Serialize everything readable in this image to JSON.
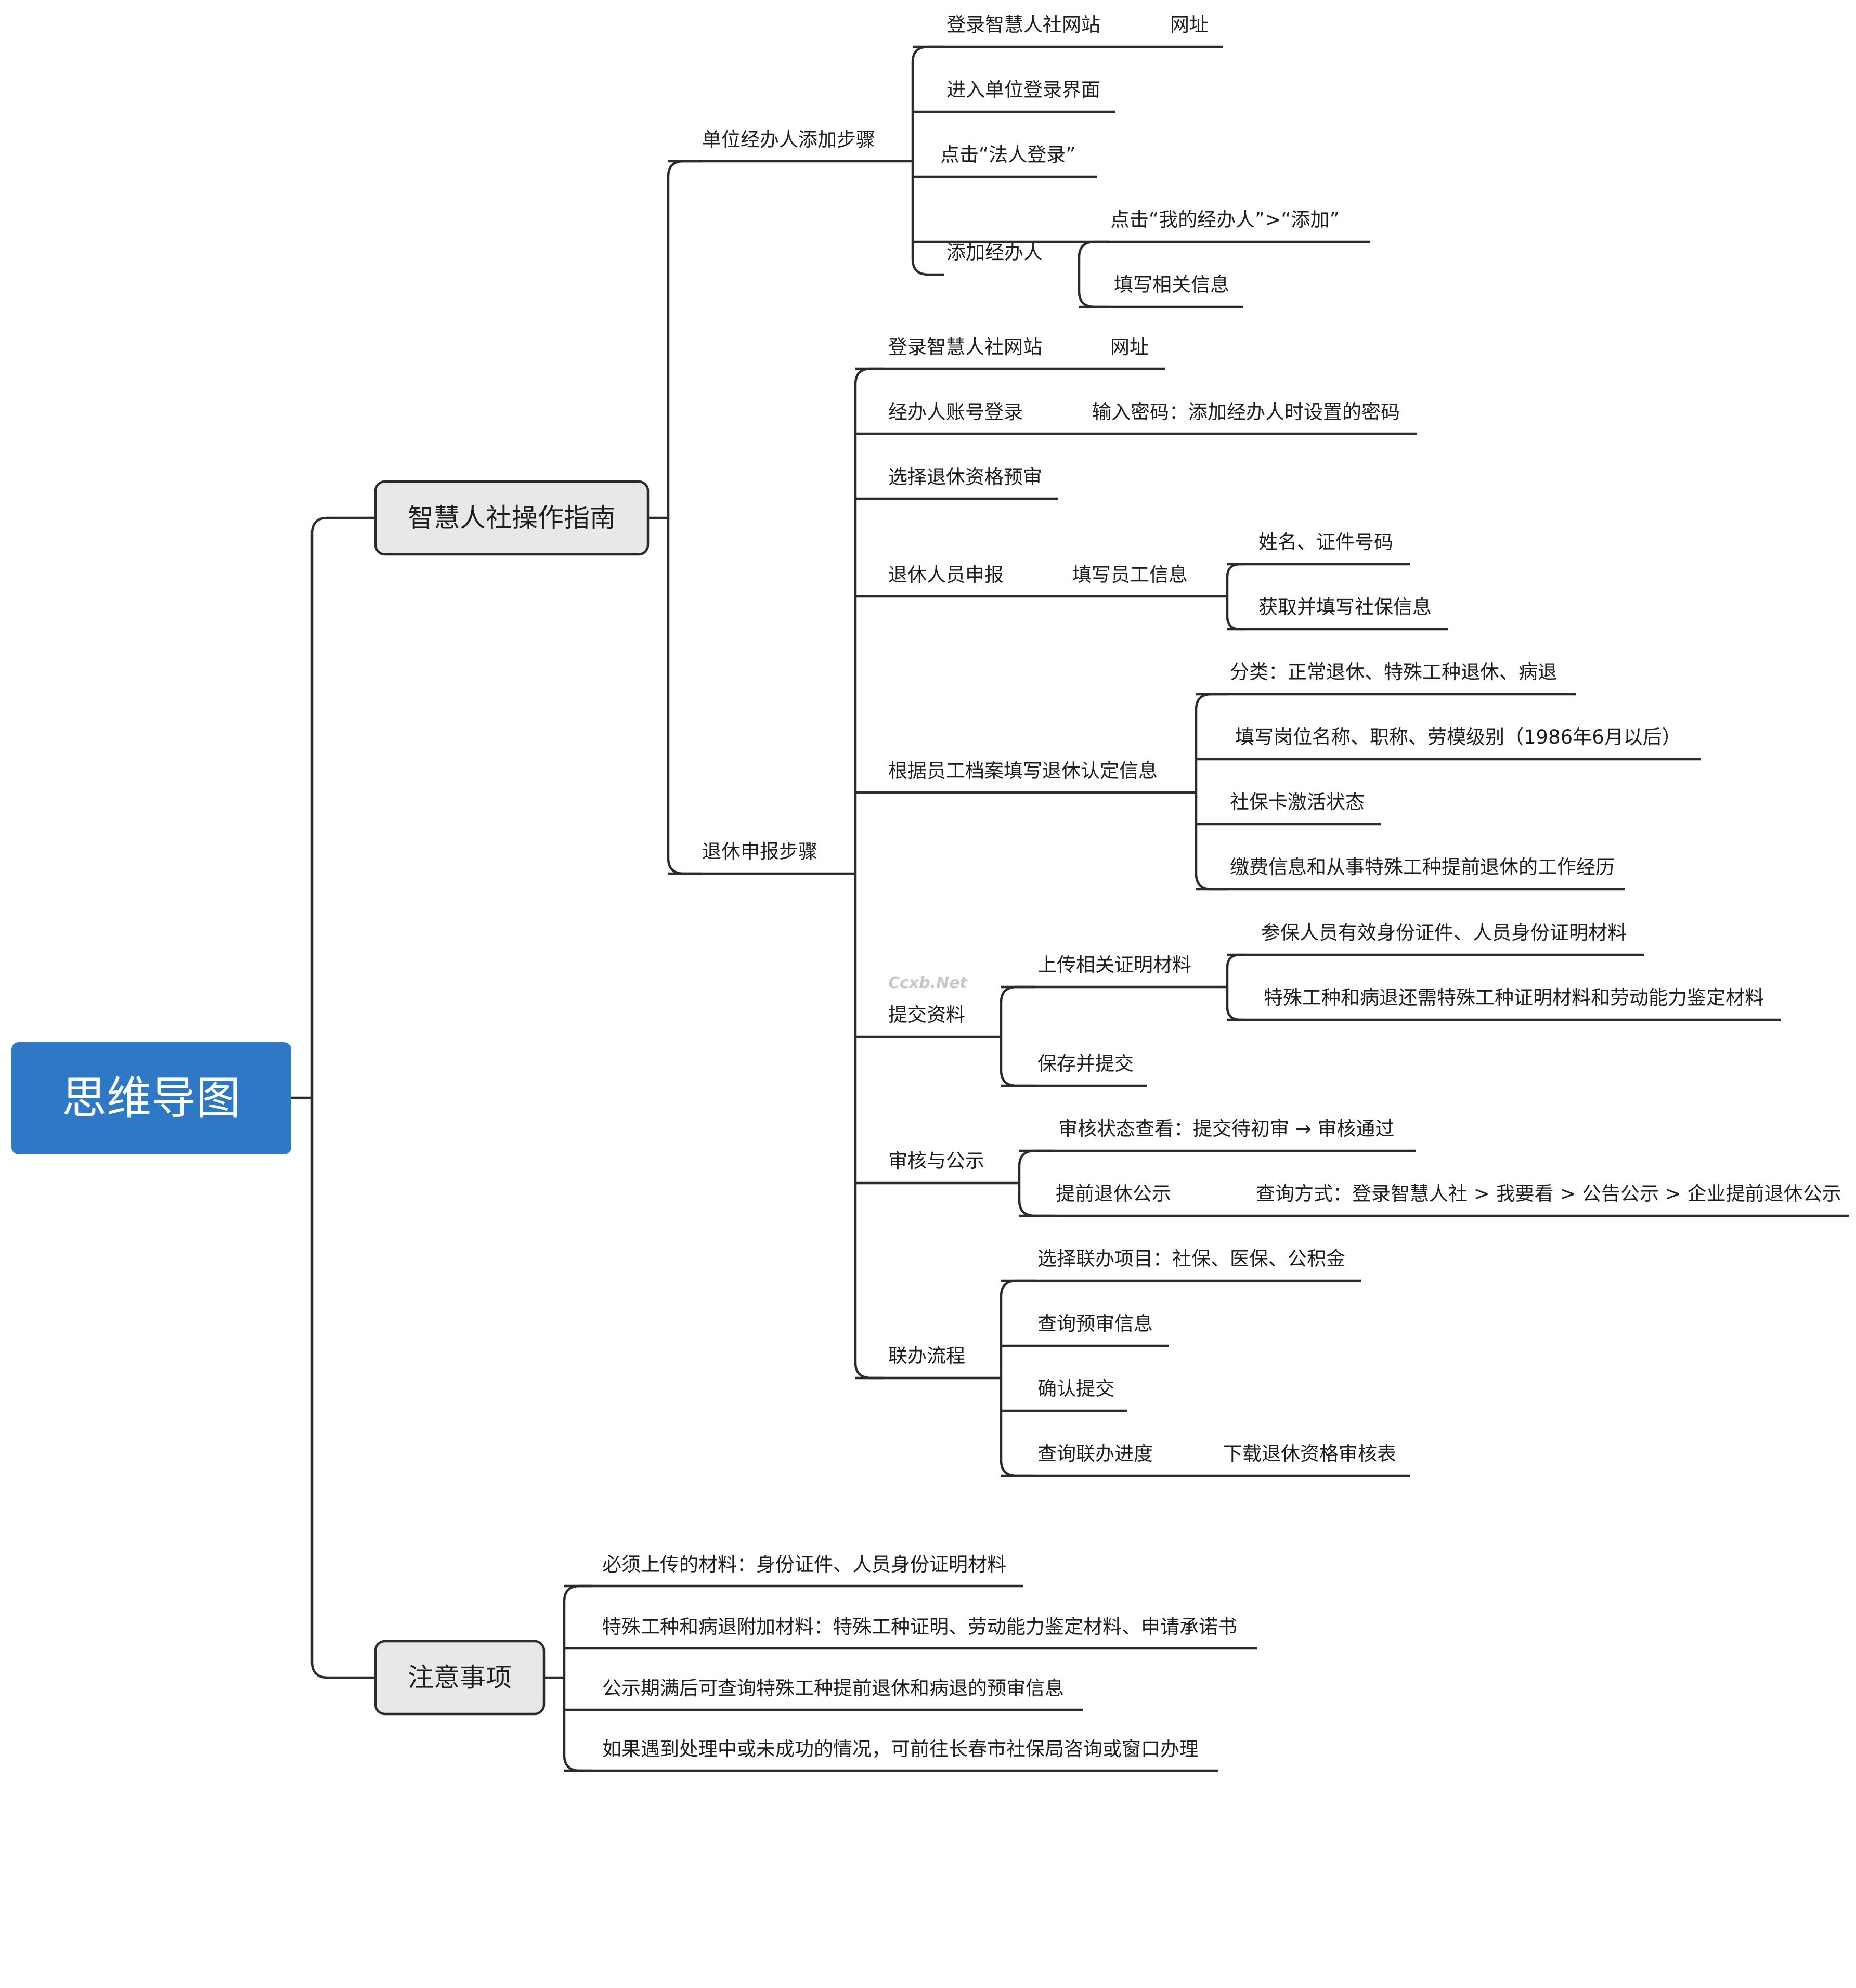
{
  "colors": {
    "root_fill": "#2e78c6",
    "topic_fill": "#e8e8e8",
    "line": "#2b2b2b",
    "text": "#1e1e1e"
  },
  "watermark": "Ccxb.Net",
  "root": {
    "label": "思维导图"
  },
  "topics": {
    "guide": {
      "label": "智慧人社操作指南"
    },
    "notes": {
      "label": "注意事项"
    }
  },
  "sections": {
    "agent_steps": {
      "label": "单位经办人添加步骤",
      "login": {
        "label": "登录智慧人社网站",
        "url_label": "网址"
      },
      "enter_unit": "进入单位登录界面",
      "legal_login": "点击“法人登录”",
      "add_agent": {
        "label": "添加经办人",
        "click": "点击“我的经办人”>“添加”",
        "fill": "填写相关信息"
      }
    },
    "retire_steps": {
      "label": "退休申报步骤",
      "login": {
        "label": "登录智慧人社网站",
        "url_label": "网址"
      },
      "account": {
        "label": "经办人账号登录",
        "password": "输入密码：添加经办人时设置的密码"
      },
      "prequal": "选择退休资格预审",
      "declare": {
        "label": "退休人员申报",
        "fill_info": "填写员工信息",
        "name_id": "姓名、证件号码",
        "social_info": "获取并填写社保信息"
      },
      "archive": {
        "label": "根据员工档案填写退休认定信息",
        "category": "分类：正常退休、特殊工种退休、病退",
        "position": "填写岗位名称、职称、劳模级别（1986年6月以后）",
        "card": "社保卡激活状态",
        "payment": "缴费信息和从事特殊工种提前退休的工作经历"
      },
      "submit": {
        "label": "提交资料",
        "upload": "上传相关证明材料",
        "id_docs": "参保人员有效身份证件、人员身份证明材料",
        "special_docs": "特殊工种和病退还需特殊工种证明材料和劳动能力鉴定材料",
        "save": "保存并提交"
      },
      "review": {
        "label": "审核与公示",
        "status": "审核状态查看：提交待初审 → 审核通过",
        "publicity": "提前退休公示",
        "query": "查询方式：登录智慧人社 > 我要看 > 公告公示 > 企业提前退休公示"
      },
      "joint": {
        "label": "联办流程",
        "select": "选择联办项目：社保、医保、公积金",
        "query_pre": "查询预审信息",
        "confirm": "确认提交",
        "progress": "查询联办进度",
        "download": "下载退休资格审核表"
      }
    }
  },
  "notes_items": [
    "必须上传的材料：身份证件、人员身份证明材料",
    "特殊工种和病退附加材料：特殊工种证明、劳动能力鉴定材料、申请承诺书",
    "公示期满后可查询特殊工种提前退休和病退的预审信息",
    "如果遇到处理中或未成功的情况，可前往长春市社保局咨询或窗口办理"
  ]
}
